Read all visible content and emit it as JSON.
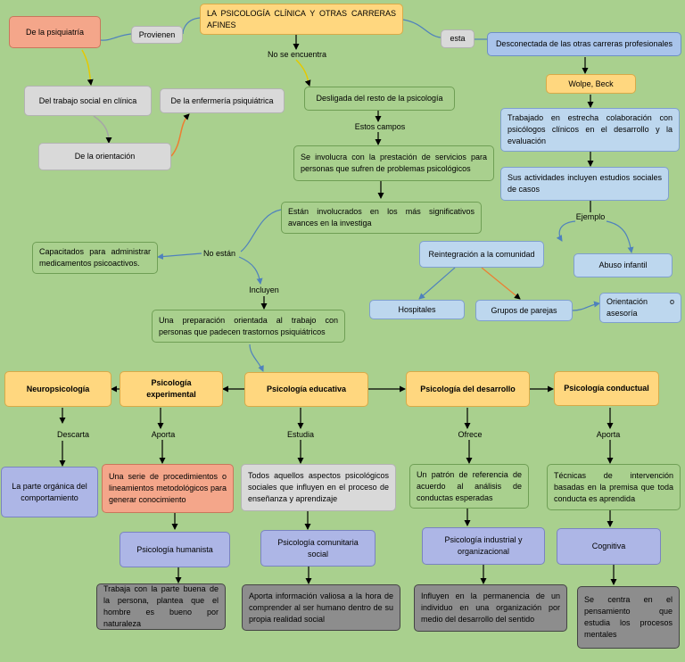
{
  "nodes": {
    "title": "LA PSICOLOGÍA CLÍNICA Y OTRAS CARRERAS AFINES",
    "psiquiatria": "De la psiquiatría",
    "provienen": "Provienen",
    "esta": "esta",
    "desconectada": "Desconectada de las otras carreras profesionales",
    "wolpe": "Wolpe, Beck",
    "trabajado": "Trabajado en estrecha colaboración con psicólogos clínicos en el desarrollo y la evaluación",
    "actividades": "Sus actividades incluyen estudios sociales de casos",
    "trabajo_social": "Del trabajo social en clínica",
    "enfermeria": "De la enfermería psiquiátrica",
    "orientacion": "De la orientación",
    "desligada": "Desligada del resto de la psicología",
    "involucra": "Se involucra con la prestación de servicios para personas que sufren de problemas psicológicos",
    "involucrados": "Están involucrados en los más significativos avances en la investiga",
    "capacitados": "Capacitados para administrar medicamentos psicoactivos.",
    "preparacion": "Una preparación orientada al trabajo con personas que padecen trastornos psiquiátricos",
    "reintegracion": "Reintegración a la comunidad",
    "abuso": "Abuso infantil",
    "hospitales": "Hospitales",
    "parejas": "Grupos de parejas",
    "orientacion_asesoria": "Orientación o asesoría",
    "neuro": "Neuropsicología",
    "experimental": "Psicología experimental",
    "educativa": "Psicología educativa",
    "desarrollo": "Psicología del desarrollo",
    "conductual": "Psicología conductual",
    "organica": "La parte orgánica del comportamiento",
    "procedimientos": "Una serie de procedimientos o lineamientos metodológicos para generar conocimiento",
    "aspectos": "Todos aquellos aspectos psicológicos sociales que influyen en el proceso de enseñanza y aprendizaje",
    "patron": "Un patrón de referencia de acuerdo al análisis de conductas esperadas",
    "tecnicas": "Técnicas de intervención basadas en la premisa que toda conducta es aprendida",
    "humanista": "Psicología humanista",
    "comunitaria": "Psicología comunitaria social",
    "industrial": "Psicología industrial y organizacional",
    "cognitiva": "Cognitiva",
    "parte_buena": "Trabaja con la parte buena de la persona, plantea que el hombre es bueno por naturaleza",
    "aporta_info": "Aporta información valiosa a la hora de comprender al ser humano dentro de su propia realidad social",
    "influyen": "Influyen en la permanencia de un individuo en una organización por medio del desarrollo del sentido",
    "centra": "Se centra en el pensamiento que estudia los procesos mentales"
  },
  "labels": {
    "no_se_encuentra": "No se encuentra",
    "estos_campos": "Estos campos",
    "no_estan": "No están",
    "incluyen": "Incluyen",
    "ejemplo": "Ejemplo",
    "descarta": "Descarta",
    "aporta1": "Aporta",
    "estudia": "Estudia",
    "ofrece": "Ofrece",
    "aporta2": "Aporta"
  },
  "colors": {
    "background": "#a9d08e",
    "orange": "#f4a68a",
    "yellow": "#ffd77f",
    "grey": "#d9d9d9",
    "blue": "#a9c4eb",
    "purple": "#adb6e6",
    "dark_grey": "#8d8d8d"
  }
}
